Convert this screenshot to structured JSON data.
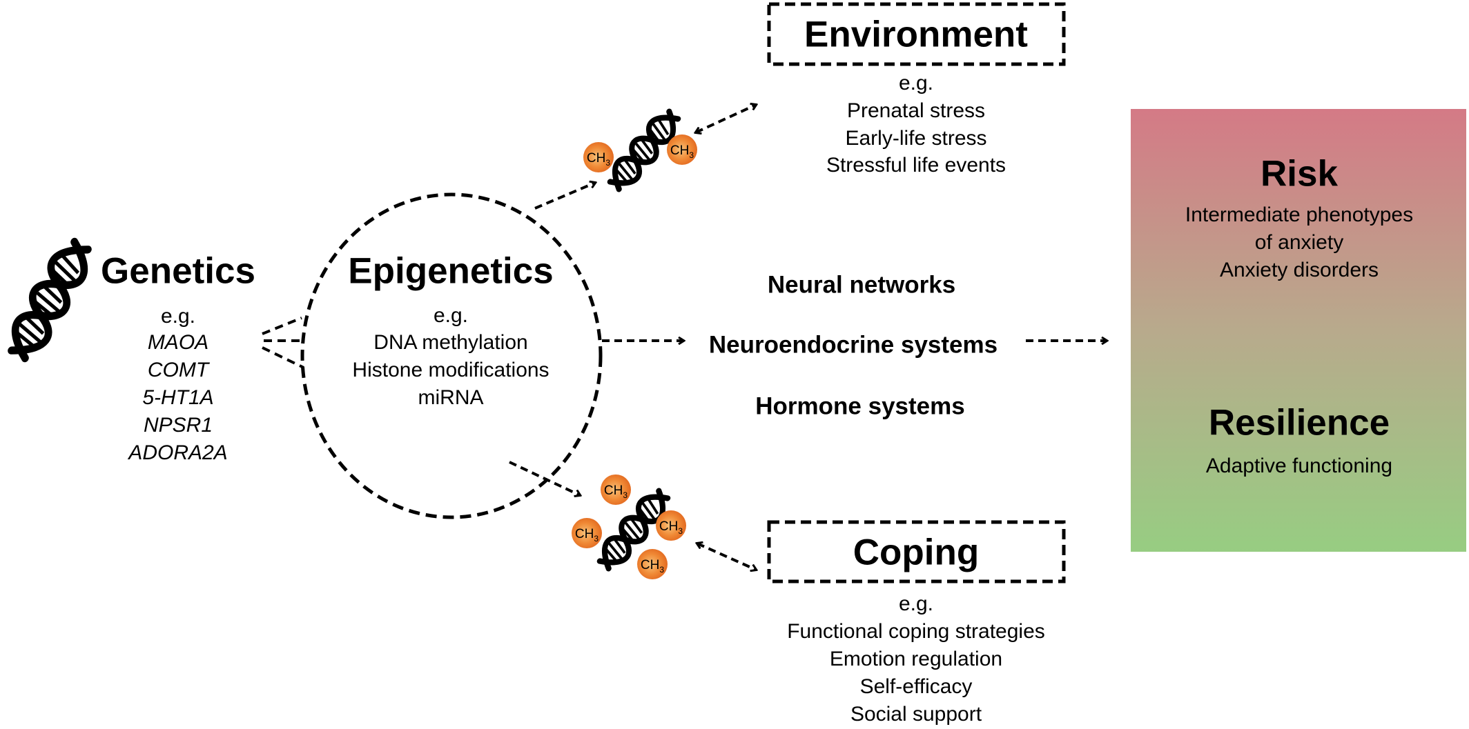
{
  "genetics": {
    "title": "Genetics",
    "eg": "e.g.",
    "items": [
      "MAOA",
      "COMT",
      "5-HT1A",
      "NPSR1",
      "ADORA2A"
    ]
  },
  "epigenetics": {
    "title": "Epigenetics",
    "eg": "e.g.",
    "items": [
      "DNA methylation",
      "Histone modifications",
      "miRNA"
    ]
  },
  "environment": {
    "title": "Environment",
    "eg": "e.g.",
    "items": [
      "Prenatal stress",
      "Early-life stress",
      "Stressful life events"
    ]
  },
  "coping": {
    "title": "Coping",
    "eg": "e.g.",
    "items": [
      "Functional coping strategies",
      "Emotion regulation",
      "Self-efficacy",
      "Social support"
    ]
  },
  "systems": {
    "items": [
      "Neural networks",
      "Neuroendocrine systems",
      "Hormone systems"
    ]
  },
  "outcome": {
    "risk_title": "Risk",
    "risk_items": [
      "Intermediate phenotypes",
      "of anxiety",
      "Anxiety disorders"
    ],
    "resilience_title": "Resilience",
    "resilience_items": [
      "Adaptive functioning"
    ],
    "gradient_top_color": "#d47a86",
    "gradient_mid_color": "#b8aa8c",
    "gradient_bottom_color": "#97cd82"
  },
  "methyl_label": {
    "main": "CH",
    "sub": "3"
  },
  "colors": {
    "methyl_ball": "#ee7a2a",
    "methyl_highlight": "#f7b26a",
    "line": "#000000"
  }
}
